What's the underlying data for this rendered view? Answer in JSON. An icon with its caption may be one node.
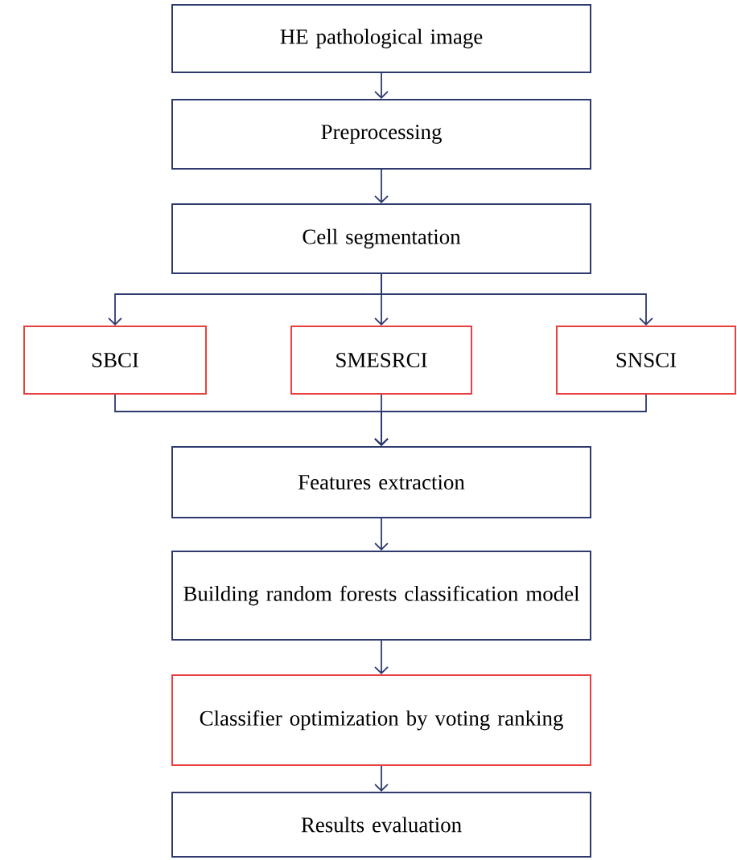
{
  "diagram": {
    "nodes": [
      {
        "text": [
          "HE pathological image"
        ]
      },
      {
        "text": [
          "Preprocessing"
        ]
      },
      {
        "text": [
          "Cell segmentation"
        ]
      },
      {
        "text": [
          "SBCI"
        ]
      },
      {
        "text": [
          "SMESRCI"
        ]
      },
      {
        "text": [
          "SNSCI"
        ]
      },
      {
        "text": [
          "Features extraction"
        ]
      },
      {
        "text": [
          "Building random forests classification model"
        ]
      },
      {
        "text": [
          "Classifier optimization by voting ranking"
        ]
      },
      {
        "text": [
          "Results evaluation"
        ]
      }
    ],
    "edges": [
      {
        "from": 0,
        "to": 1,
        "arrow": "to"
      },
      {
        "from": 1,
        "to": 2,
        "arrow": "to"
      },
      {
        "from": 2,
        "to": 3,
        "arrow": "to"
      },
      {
        "from": 2,
        "to": 4,
        "arrow": "to"
      },
      {
        "from": 2,
        "to": 5,
        "arrow": "to"
      },
      {
        "from": 3,
        "to": 6,
        "arrow": "to"
      },
      {
        "from": 4,
        "to": 6,
        "arrow": "to"
      },
      {
        "from": 5,
        "to": 6,
        "arrow": "to"
      },
      {
        "from": 6,
        "to": 7,
        "arrow": "to"
      },
      {
        "from": 7,
        "to": 8,
        "arrow": "to"
      },
      {
        "from": 8,
        "to": 9,
        "arrow": "to"
      }
    ]
  }
}
